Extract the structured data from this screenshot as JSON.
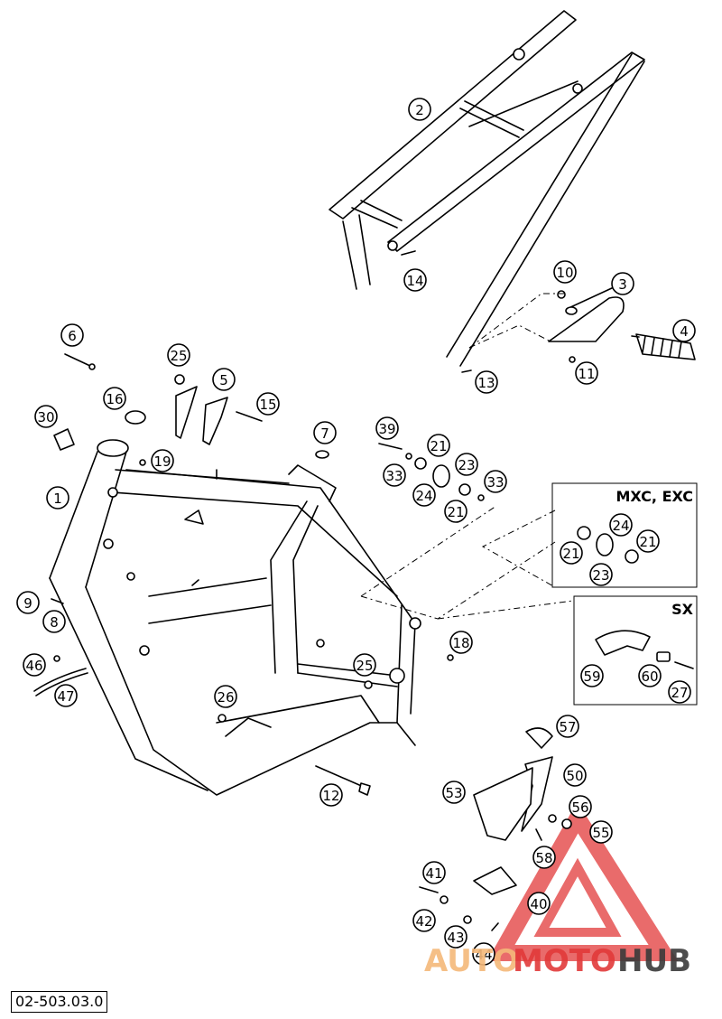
{
  "diagram": {
    "document_code": "02-503.03.0",
    "variant_boxes": [
      {
        "id": "mxc",
        "title": "MXC, EXC"
      },
      {
        "id": "sx",
        "title": "SX"
      }
    ],
    "callouts": [
      "1",
      "2",
      "3",
      "4",
      "5",
      "6",
      "7",
      "8",
      "9",
      "10",
      "11",
      "12",
      "13",
      "14",
      "15",
      "16",
      "18",
      "19",
      "21",
      "21",
      "21",
      "21",
      "23",
      "23",
      "24",
      "24",
      "25",
      "25",
      "26",
      "27",
      "30",
      "33",
      "33",
      "39",
      "40",
      "41",
      "42",
      "43",
      "44",
      "46",
      "47",
      "50",
      "53",
      "55",
      "56",
      "57",
      "58",
      "59",
      "60"
    ],
    "watermark": {
      "part1": "AUTO",
      "part2": "MOTO",
      "part3": "HUB",
      "colors": {
        "auto": "#f5b97a",
        "moto": "#e23a3a",
        "hub": "#3a3a3a",
        "triangle": "#e23a3a"
      }
    }
  }
}
